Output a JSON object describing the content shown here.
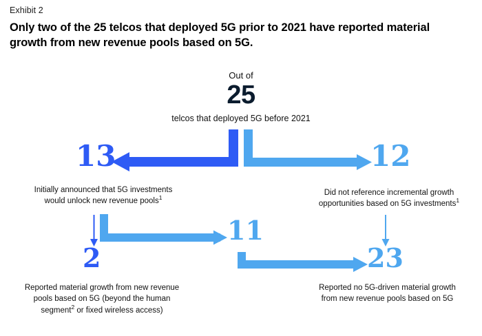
{
  "header": {
    "exhibit_label": "Exhibit 2",
    "headline": "Only two of the 25 telcos that deployed 5G prior to 2021 have reported material growth from new revenue pools based on 5G."
  },
  "colors": {
    "dark_blue": "#2E5BF5",
    "light_blue": "#4FA7EF",
    "navy": "#0B1C2E",
    "text": "#111111",
    "background": "#FFFFFF"
  },
  "diagram": {
    "root": {
      "prefix_label": "Out of",
      "value": "25",
      "description": "telcos that deployed 5G before 2021"
    },
    "nodes": [
      {
        "id": "node-13",
        "value": "13",
        "color": "#2E5BF5",
        "caption": "Initially announced that 5G investments would unlock new revenue pools",
        "footnote": "1"
      },
      {
        "id": "node-12",
        "value": "12",
        "color": "#4FA7EF",
        "caption": "Did not reference incremental growth opportunities based on 5G investments",
        "footnote": "1"
      },
      {
        "id": "node-11",
        "value": "11",
        "color": "#4FA7EF",
        "caption": "",
        "footnote": ""
      },
      {
        "id": "node-2",
        "value": "2",
        "color": "#2E5BF5",
        "caption": "Reported material growth from new revenue pools based on 5G (beyond the human segment or fixed wireless access)",
        "footnote": "2"
      },
      {
        "id": "node-23",
        "value": "23",
        "color": "#4FA7EF",
        "caption": "Reported no 5G-driven material growth from new revenue pools based on 5G",
        "footnote": ""
      }
    ],
    "caption_lines": {
      "cap_13": [
        "Initially announced that 5G investments",
        "would unlock new revenue pools"
      ],
      "cap_12": [
        "Did not reference incremental growth",
        "opportunities based on 5G investments"
      ],
      "cap_2": [
        "Reported material growth from new revenue",
        "pools based on 5G (beyond the human",
        "segment",
        " or fixed wireless access)"
      ],
      "cap_23": [
        "Reported no 5G-driven material growth",
        "from new revenue pools based on 5G"
      ]
    },
    "connectors": [
      {
        "id": "connector-25-to-13",
        "from": "25",
        "to": "13",
        "style": "thick-elbow-left",
        "color": "#2E5BF5"
      },
      {
        "id": "connector-25-to-12",
        "from": "25",
        "to": "12",
        "style": "thick-elbow-right",
        "color": "#4FA7EF"
      },
      {
        "id": "connector-13-to-2",
        "from": "13",
        "to": "2",
        "style": "thin-down",
        "color": "#2E5BF5"
      },
      {
        "id": "connector-13-to-11",
        "from": "13",
        "to": "11",
        "style": "thick-elbow-right",
        "color": "#4FA7EF"
      },
      {
        "id": "connector-12-to-23",
        "from": "12",
        "to": "23",
        "style": "thin-down",
        "color": "#4FA7EF"
      },
      {
        "id": "connector-11-to-23",
        "from": "11",
        "to": "23",
        "style": "thick-elbow-right",
        "color": "#4FA7EF"
      }
    ]
  }
}
